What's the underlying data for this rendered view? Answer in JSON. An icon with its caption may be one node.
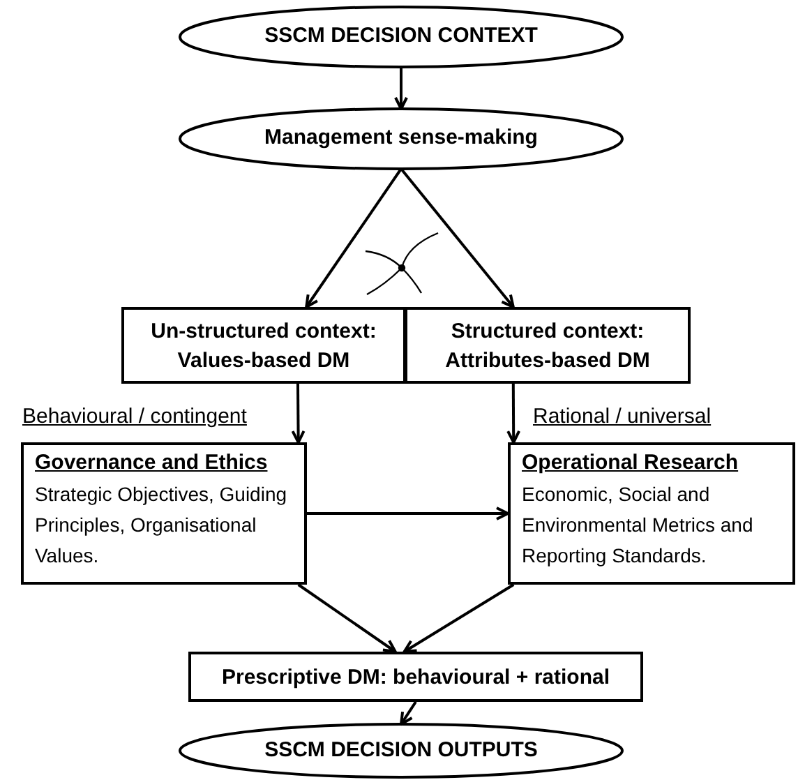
{
  "diagram": {
    "nodes": [
      {
        "text": [
          "SSCM DECISION CONTEXT"
        ]
      },
      {
        "text": [
          "Management sense-making"
        ]
      },
      {
        "text": [
          "Un-structured context: Values-based DM"
        ]
      },
      {
        "text": [
          "Structured context: Attributes-based DM"
        ]
      },
      {
        "text": [
          "Governance and Ethics",
          "Strategic Objectives, Guiding Principles, Organisational Values."
        ]
      },
      {
        "text": [
          "Operational Research",
          "Economic, Social and Environmental Metrics and Reporting Standards."
        ]
      },
      {
        "text": [
          "Prescriptive DM: behavioural + rational"
        ]
      },
      {
        "text": [
          "SSCM DECISION OUTPUTS"
        ]
      }
    ],
    "edges": [
      {
        "from": 0,
        "to": 1,
        "arrow": "to"
      },
      {
        "from": 1,
        "to": 2,
        "arrow": "to"
      },
      {
        "from": 1,
        "to": 3,
        "arrow": "to"
      },
      {
        "from": 2,
        "to": 4,
        "arrow": "to",
        "label": "Behavioural / contingent"
      },
      {
        "from": 3,
        "to": 5,
        "arrow": "to",
        "label": "Rational / universal"
      },
      {
        "from": 4,
        "to": 5,
        "arrow": "to"
      },
      {
        "from": 4,
        "to": 6,
        "arrow": "to"
      },
      {
        "from": 5,
        "to": 6,
        "arrow": "to"
      },
      {
        "from": 6,
        "to": 7,
        "arrow": "to"
      }
    ]
  }
}
